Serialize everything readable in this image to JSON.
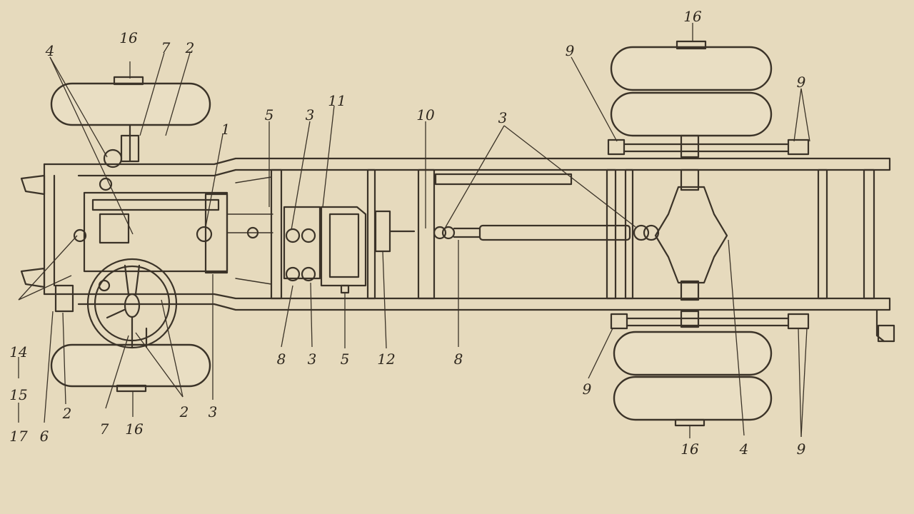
{
  "diagram": {
    "callouts": [
      {
        "id": "c16a",
        "text": "16"
      },
      {
        "id": "c4a",
        "text": "4"
      },
      {
        "id": "c7a",
        "text": "7"
      },
      {
        "id": "c2a",
        "text": "2"
      },
      {
        "id": "c1",
        "text": "1"
      },
      {
        "id": "c5a",
        "text": "5"
      },
      {
        "id": "c3a",
        "text": "3"
      },
      {
        "id": "c11",
        "text": "11"
      },
      {
        "id": "c10",
        "text": "10"
      },
      {
        "id": "c3b",
        "text": "3"
      },
      {
        "id": "c9a",
        "text": "9"
      },
      {
        "id": "c16b",
        "text": "16"
      },
      {
        "id": "c9b",
        "text": "9"
      },
      {
        "id": "c14",
        "text": "14"
      },
      {
        "id": "c15",
        "text": "15"
      },
      {
        "id": "c17",
        "text": "17"
      },
      {
        "id": "c6",
        "text": "6"
      },
      {
        "id": "c2b",
        "text": "2"
      },
      {
        "id": "c7b",
        "text": "7"
      },
      {
        "id": "c16c",
        "text": "16"
      },
      {
        "id": "c2c",
        "text": "2"
      },
      {
        "id": "c3c",
        "text": "3"
      },
      {
        "id": "c8a",
        "text": "8"
      },
      {
        "id": "c3d",
        "text": "3"
      },
      {
        "id": "c5b",
        "text": "5"
      },
      {
        "id": "c12",
        "text": "12"
      },
      {
        "id": "c8b",
        "text": "8"
      },
      {
        "id": "c9c",
        "text": "9"
      },
      {
        "id": "c16d",
        "text": "16"
      },
      {
        "id": "c4b",
        "text": "4"
      },
      {
        "id": "c9d",
        "text": "9"
      }
    ]
  }
}
